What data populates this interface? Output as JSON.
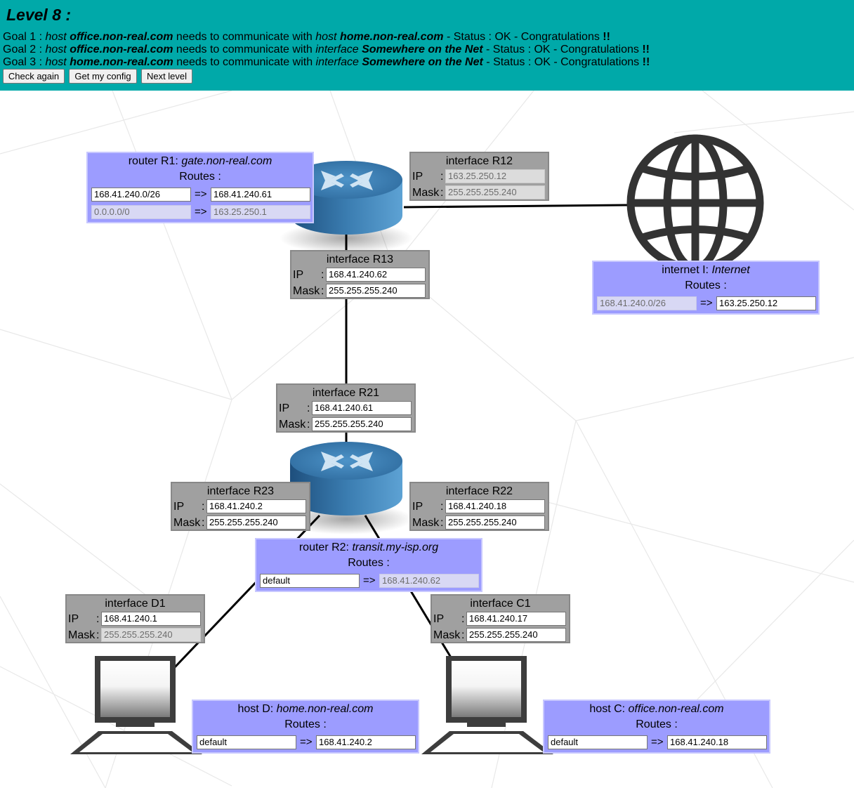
{
  "header": {
    "level": "Level 8 :",
    "goals": [
      {
        "prefix": "Goal 1 : ",
        "src_kind": "host",
        "src": "office.non-real.com",
        "mid": " needs to communicate with ",
        "dst_kind": "host",
        "dst": "home.non-real.com",
        "status": " - Status : OK - Congratulations ",
        "bang": "!!"
      },
      {
        "prefix": "Goal 2 : ",
        "src_kind": "host",
        "src": "office.non-real.com",
        "mid": " needs to communicate with ",
        "dst_kind": "interface",
        "dst": "Somewhere on the Net",
        "status": " - Status : OK - Congratulations ",
        "bang": "!!"
      },
      {
        "prefix": "Goal 3 : ",
        "src_kind": "host",
        "src": "home.non-real.com",
        "mid": " needs to communicate with ",
        "dst_kind": "interface",
        "dst": "Somewhere on the Net",
        "status": " - Status : OK - Congratulations ",
        "bang": "!!"
      }
    ],
    "buttons": {
      "check": "Check again",
      "config": "Get my config",
      "next": "Next level"
    }
  },
  "labels": {
    "ip": "IP",
    "mask": "Mask",
    "colon": ":",
    "routes": "Routes :",
    "arrow": "=>"
  },
  "r1": {
    "kind": "router R1: ",
    "name": "gate.non-real.com",
    "routes": [
      {
        "dest": "168.41.240.0/26",
        "gw": "168.41.240.61"
      },
      {
        "dest": "0.0.0.0/0",
        "gw": "163.25.250.1"
      }
    ]
  },
  "r12": {
    "title": "interface R12",
    "ip": "163.25.250.12",
    "mask": "255.255.255.240"
  },
  "r13": {
    "title": "interface R13",
    "ip": "168.41.240.62",
    "mask": "255.255.255.240"
  },
  "internet": {
    "kind": "internet I: ",
    "name": "Internet",
    "routes": [
      {
        "dest": "168.41.240.0/26",
        "gw": "163.25.250.12"
      }
    ]
  },
  "r21": {
    "title": "interface R21",
    "ip": "168.41.240.61",
    "mask": "255.255.255.240"
  },
  "r23": {
    "title": "interface R23",
    "ip": "168.41.240.2",
    "mask": "255.255.255.240"
  },
  "r22": {
    "title": "interface R22",
    "ip": "168.41.240.18",
    "mask": "255.255.255.240"
  },
  "r2": {
    "kind": "router R2: ",
    "name": "transit.my-isp.org",
    "routes": [
      {
        "dest": "default",
        "gw": "168.41.240.62"
      }
    ]
  },
  "d1": {
    "title": "interface D1",
    "ip": "168.41.240.1",
    "mask": "255.255.255.240"
  },
  "c1": {
    "title": "interface C1",
    "ip": "168.41.240.17",
    "mask": "255.255.255.240"
  },
  "hostD": {
    "kind": "host D: ",
    "name": "home.non-real.com",
    "routes": [
      {
        "dest": "default",
        "gw": "168.41.240.2"
      }
    ]
  },
  "hostC": {
    "kind": "host C: ",
    "name": "office.non-real.com",
    "routes": [
      {
        "dest": "default",
        "gw": "168.41.240.18"
      }
    ]
  },
  "colors": {
    "header_bg": "#00a9a9",
    "route_box": "#9c9cff",
    "iface_box": "#a0a0a0",
    "router": "#3a7cb0"
  },
  "icons": [
    "router-icon",
    "globe-icon",
    "computer-icon"
  ]
}
